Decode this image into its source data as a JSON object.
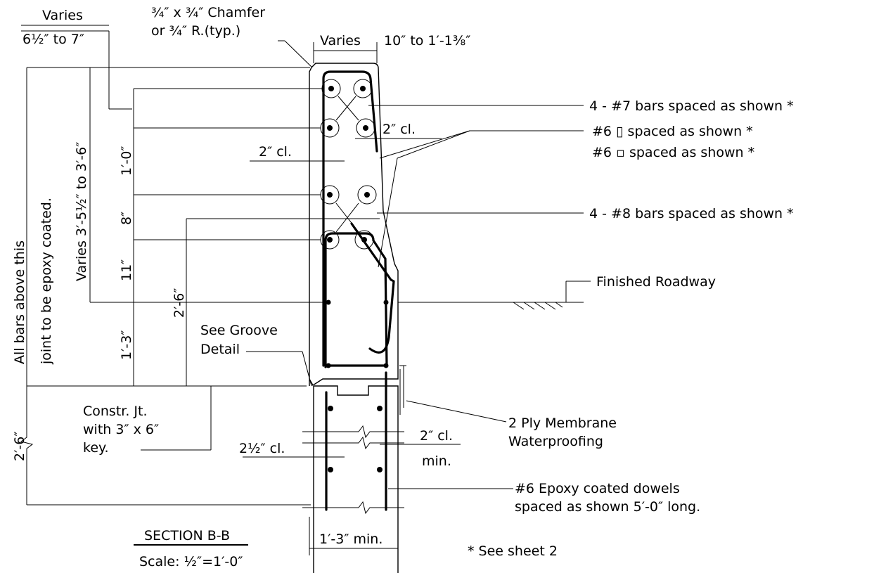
{
  "notes": {
    "varies_top": "Varies",
    "varies_top_range": "6½″ to 7″",
    "chamfer_line1": "¾″ x ¾″ Chamfer",
    "chamfer_line2": "or ¾″ R.(typ.)",
    "width_varies": "Varies",
    "width_range": "10″ to 1′-1⅜″",
    "bars_7": "4 - #7 bars spaced as shown *",
    "bars_6_stirrup": "#6 ▯ spaced as shown *",
    "bars_6_tie": "#6 ▫ spaced as shown *",
    "bars_8": "4 - #8 bars spaced as shown *",
    "clear_2_right": "2″ cl.",
    "clear_2_left": "2″ cl.",
    "finished_roadway": "Finished Roadway",
    "groove_line1": "See Groove",
    "groove_line2": "Detail",
    "constr_line1": "Constr. Jt.",
    "constr_line2": "with 3″ x 6″",
    "constr_line3": "key.",
    "clear_2_5": "2½″ cl.",
    "clear_2_min": "2″ cl.",
    "clear_min": "min.",
    "membrane_line1": "2 Ply Membrane",
    "membrane_line2": "Waterproofing",
    "dowels_line1": "#6 Epoxy coated dowels",
    "dowels_line2": "spaced as shown 5′-0″ long.",
    "width_min": "1′-3″ min.",
    "see_sheet": "* See sheet 2"
  },
  "dimensions": {
    "dim_1_0": "1′-0″",
    "dim_8": "8″",
    "dim_11": "11″",
    "dim_1_3": "1′-3″",
    "dim_2_6_inner": "2′-6″",
    "dim_2_6_lower": "2′-6″",
    "varies_height": "Varies 3′-5½″ to 3′-6″",
    "epoxy_note_line1": "All bars above this",
    "epoxy_note_line2": "joint to be epoxy coated."
  },
  "title": {
    "section": "SECTION B-B",
    "scale": "Scale: ½″=1′-0″"
  }
}
